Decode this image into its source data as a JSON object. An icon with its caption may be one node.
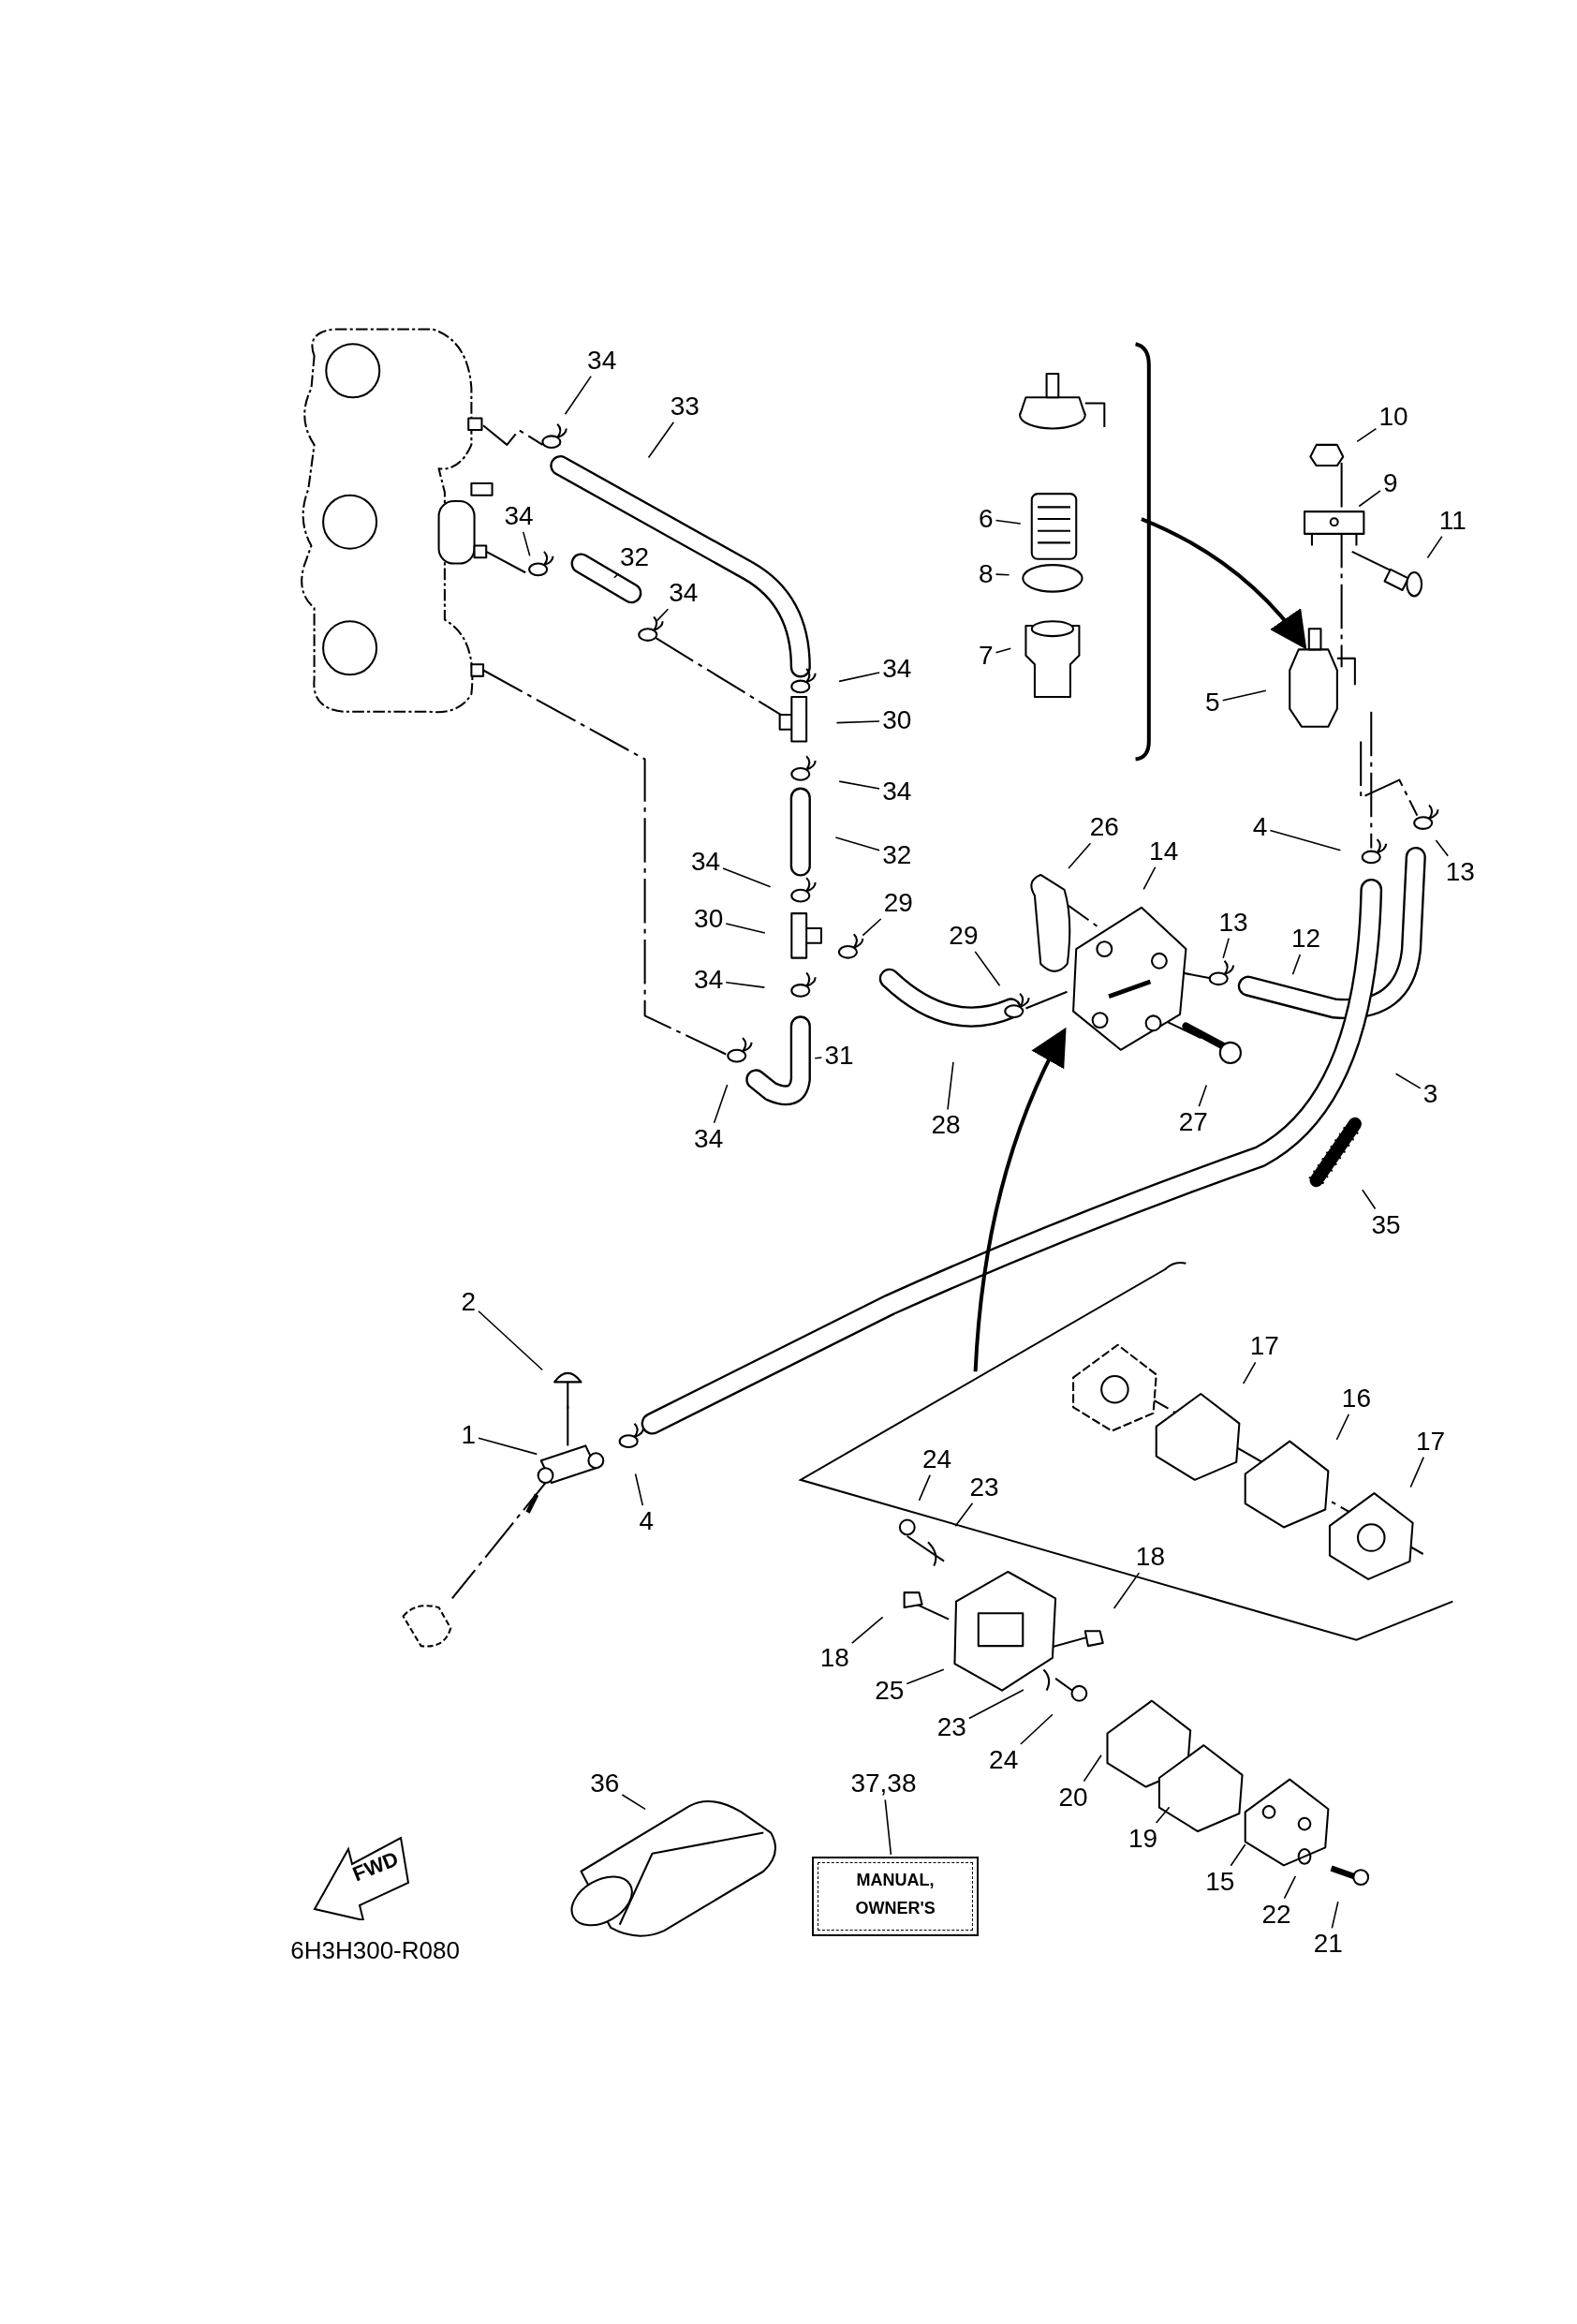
{
  "diagram": {
    "nodes": [
      {
        "text": [
          "34"
        ]
      },
      {
        "text": [
          "33"
        ]
      },
      {
        "text": [
          "10"
        ]
      },
      {
        "text": [
          "9"
        ]
      },
      {
        "text": [
          "11"
        ]
      },
      {
        "text": [
          "6"
        ]
      },
      {
        "text": [
          "34"
        ]
      },
      {
        "text": [
          "32"
        ]
      },
      {
        "text": [
          "8"
        ]
      },
      {
        "text": [
          "34"
        ]
      },
      {
        "text": [
          "7"
        ]
      },
      {
        "text": [
          "34"
        ]
      },
      {
        "text": [
          "5"
        ]
      },
      {
        "text": [
          "30"
        ]
      },
      {
        "text": [
          "34"
        ]
      },
      {
        "text": [
          "4"
        ]
      },
      {
        "text": [
          "26"
        ]
      },
      {
        "text": [
          "14"
        ]
      },
      {
        "text": [
          "32"
        ]
      },
      {
        "text": [
          "34"
        ]
      },
      {
        "text": [
          "13"
        ]
      },
      {
        "text": [
          "29"
        ]
      },
      {
        "text": [
          "30"
        ]
      },
      {
        "text": [
          "13"
        ]
      },
      {
        "text": [
          "12"
        ]
      },
      {
        "text": [
          "29"
        ]
      },
      {
        "text": [
          "34"
        ]
      },
      {
        "text": [
          "31"
        ]
      },
      {
        "text": [
          "28"
        ]
      },
      {
        "text": [
          "27"
        ]
      },
      {
        "text": [
          "3"
        ]
      },
      {
        "text": [
          "34"
        ]
      },
      {
        "text": [
          "35"
        ]
      },
      {
        "text": [
          "2"
        ]
      },
      {
        "text": [
          "17"
        ]
      },
      {
        "text": [
          "16"
        ]
      },
      {
        "text": [
          "17"
        ]
      },
      {
        "text": [
          "1"
        ]
      },
      {
        "text": [
          "4"
        ]
      },
      {
        "text": [
          "24"
        ]
      },
      {
        "text": [
          "23"
        ]
      },
      {
        "text": [
          "18"
        ]
      },
      {
        "text": [
          "18"
        ]
      },
      {
        "text": [
          "25"
        ]
      },
      {
        "text": [
          "23"
        ]
      },
      {
        "text": [
          "24"
        ]
      },
      {
        "text": [
          "20"
        ]
      },
      {
        "text": [
          "36"
        ]
      },
      {
        "text": [
          "37,38"
        ]
      },
      {
        "text": [
          "19"
        ]
      },
      {
        "text": [
          "15"
        ]
      },
      {
        "text": [
          "22"
        ]
      },
      {
        "text": [
          "21"
        ]
      },
      {
        "text": [
          "FWD"
        ]
      },
      {
        "text": [
          "MANUAL, OWNER'S"
        ]
      }
    ],
    "edges": [
      {
        "from": 0,
        "to": null,
        "arrow": "none"
      },
      {
        "from": 1,
        "to": null,
        "arrow": "none"
      },
      {
        "from": 2,
        "to": null,
        "arrow": "none"
      },
      {
        "from": 3,
        "to": null,
        "arrow": "none"
      },
      {
        "from": 4,
        "to": null,
        "arrow": "none"
      },
      {
        "from": 5,
        "to": null,
        "arrow": "none"
      },
      {
        "from": 6,
        "to": null,
        "arrow": "none"
      },
      {
        "from": 7,
        "to": null,
        "arrow": "none"
      },
      {
        "from": 8,
        "to": null,
        "arrow": "none"
      },
      {
        "from": 9,
        "to": null,
        "arrow": "none"
      },
      {
        "from": 10,
        "to": null,
        "arrow": "none"
      },
      {
        "from": 11,
        "to": null,
        "arrow": "none"
      },
      {
        "from": 12,
        "to": null,
        "arrow": "none"
      },
      {
        "from": 13,
        "to": null,
        "arrow": "none"
      },
      {
        "from": 14,
        "to": null,
        "arrow": "none"
      },
      {
        "from": 15,
        "to": null,
        "arrow": "none"
      },
      {
        "from": 16,
        "to": null,
        "arrow": "none"
      },
      {
        "from": 17,
        "to": null,
        "arrow": "none"
      },
      {
        "from": 18,
        "to": null,
        "arrow": "none"
      },
      {
        "from": 19,
        "to": null,
        "arrow": "none"
      },
      {
        "from": 20,
        "to": null,
        "arrow": "none"
      },
      {
        "from": 21,
        "to": null,
        "arrow": "none"
      },
      {
        "from": 22,
        "to": null,
        "arrow": "none"
      },
      {
        "from": 23,
        "to": null,
        "arrow": "none"
      },
      {
        "from": 24,
        "to": null,
        "arrow": "none"
      },
      {
        "from": 25,
        "to": null,
        "arrow": "none"
      },
      {
        "from": 26,
        "to": null,
        "arrow": "none"
      },
      {
        "from": 27,
        "to": null,
        "arrow": "none"
      },
      {
        "from": 28,
        "to": null,
        "arrow": "none"
      },
      {
        "from": 29,
        "to": null,
        "arrow": "none"
      },
      {
        "from": 30,
        "to": null,
        "arrow": "none"
      },
      {
        "from": 31,
        "to": null,
        "arrow": "none"
      },
      {
        "from": 32,
        "to": null,
        "arrow": "none"
      },
      {
        "from": 33,
        "to": null,
        "arrow": "none"
      },
      {
        "from": 34,
        "to": null,
        "arrow": "none"
      },
      {
        "from": 35,
        "to": null,
        "arrow": "none"
      },
      {
        "from": 36,
        "to": null,
        "arrow": "none"
      },
      {
        "from": 37,
        "to": null,
        "arrow": "none"
      },
      {
        "from": 38,
        "to": null,
        "arrow": "none"
      },
      {
        "from": 39,
        "to": null,
        "arrow": "none"
      },
      {
        "from": 40,
        "to": null,
        "arrow": "none"
      },
      {
        "from": 41,
        "to": null,
        "arrow": "none"
      },
      {
        "from": 42,
        "to": null,
        "arrow": "none"
      },
      {
        "from": 43,
        "to": null,
        "arrow": "none"
      },
      {
        "from": 44,
        "to": null,
        "arrow": "none"
      },
      {
        "from": 45,
        "to": null,
        "arrow": "none"
      },
      {
        "from": 46,
        "to": null,
        "arrow": "none"
      },
      {
        "from": 47,
        "to": null,
        "arrow": "none"
      },
      {
        "from": 48,
        "to": 54,
        "arrow": "none"
      },
      {
        "from": 49,
        "to": null,
        "arrow": "none"
      },
      {
        "from": 50,
        "to": null,
        "arrow": "none"
      },
      {
        "from": 51,
        "to": null,
        "arrow": "none"
      },
      {
        "from": 52,
        "to": null,
        "arrow": "none"
      }
    ],
    "labels": [
      "6H3H300-R080"
    ]
  }
}
